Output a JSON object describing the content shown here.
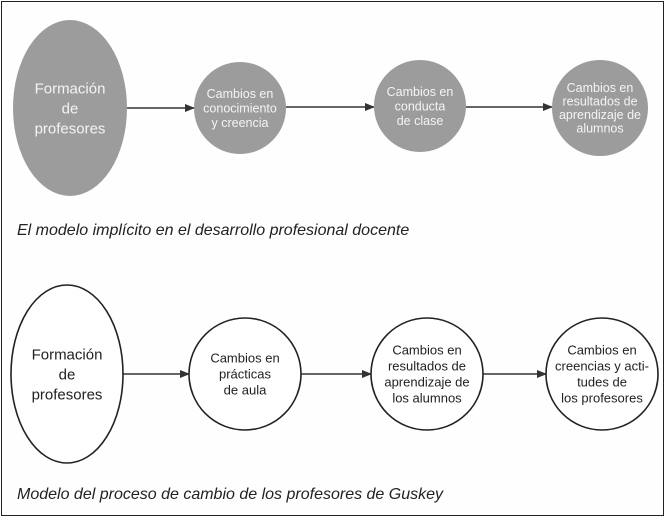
{
  "colors": {
    "filled_node": "#9c9c9c",
    "filled_text": "#f4f4f4",
    "outline_node_fill": "#ffffff",
    "outline_stroke": "#222222",
    "arrow": "#333333",
    "text_dark": "#222222"
  },
  "diagram1": {
    "caption": "El modelo implícito en el desarrollo profesional docente",
    "nodes": [
      {
        "lines": [
          "Formación",
          "de",
          "profesores"
        ]
      },
      {
        "lines": [
          "Cambios en",
          "conocimiento",
          "y creencia"
        ]
      },
      {
        "lines": [
          "Cambios en",
          "conducta",
          "de clase"
        ]
      },
      {
        "lines": [
          "Cambios en",
          "resultados de",
          "aprendizaje de",
          "alumnos"
        ]
      }
    ]
  },
  "diagram2": {
    "caption": "Modelo del proceso de cambio de los profesores de Guskey",
    "nodes": [
      {
        "lines": [
          "Formación",
          "de",
          "profesores"
        ]
      },
      {
        "lines": [
          "Cambios en",
          "prácticas",
          "de aula"
        ]
      },
      {
        "lines": [
          "Cambios en",
          "resultados de",
          "aprendizaje de",
          "los alumnos"
        ]
      },
      {
        "lines": [
          "Cambios en",
          "creencias y acti-",
          "tudes de",
          "los profesores"
        ]
      }
    ]
  }
}
